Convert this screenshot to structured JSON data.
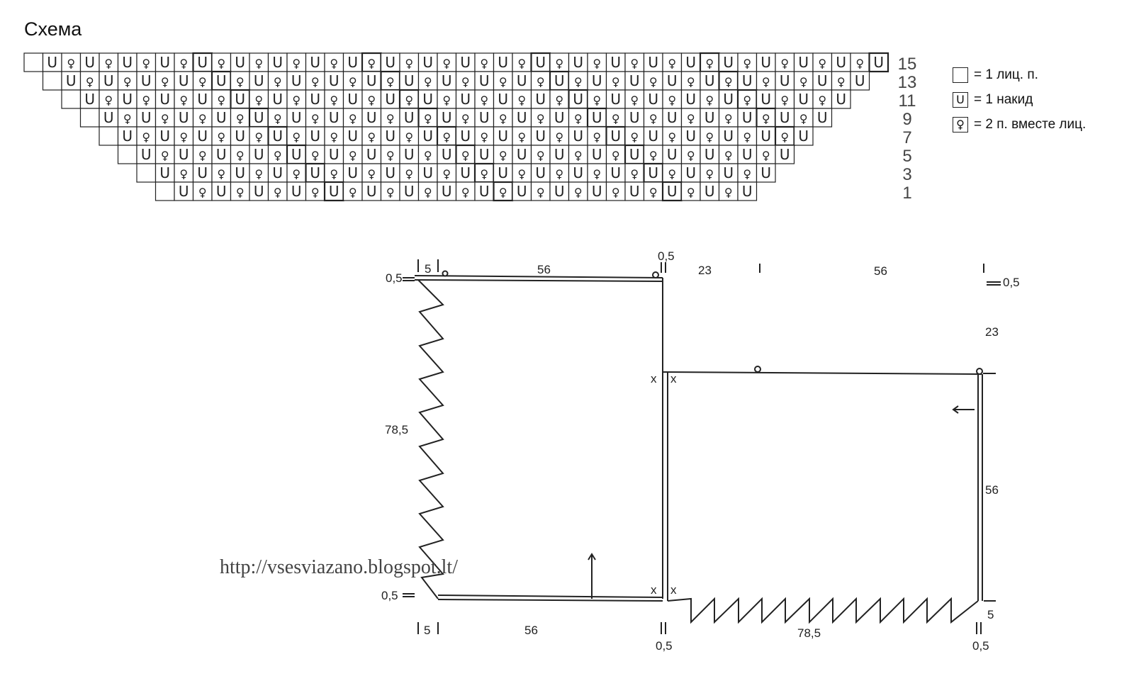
{
  "title": "Схема",
  "legend": [
    {
      "symbol": "",
      "label": "= 1 лиц. п.",
      "icon": "empty-square"
    },
    {
      "symbol": "U",
      "label": "= 1 накид",
      "icon": "yarn-over"
    },
    {
      "symbol": "♀",
      "label": "= 2 п. вместе лиц.",
      "icon": "knit-two-together"
    }
  ],
  "chart": {
    "row_labels": [
      "15",
      "13",
      "11",
      "9",
      "7",
      "5",
      "3",
      "1"
    ],
    "symbol_yo": "U",
    "symbol_k2tog": "♀"
  },
  "measurements": {
    "edge_05": "0,5",
    "width_5": "5",
    "width_56": "56",
    "height_785": "78,5",
    "width_23": "23",
    "cross_mark": "x"
  },
  "watermark": "http://vsesviazano.blogspot.lt/"
}
